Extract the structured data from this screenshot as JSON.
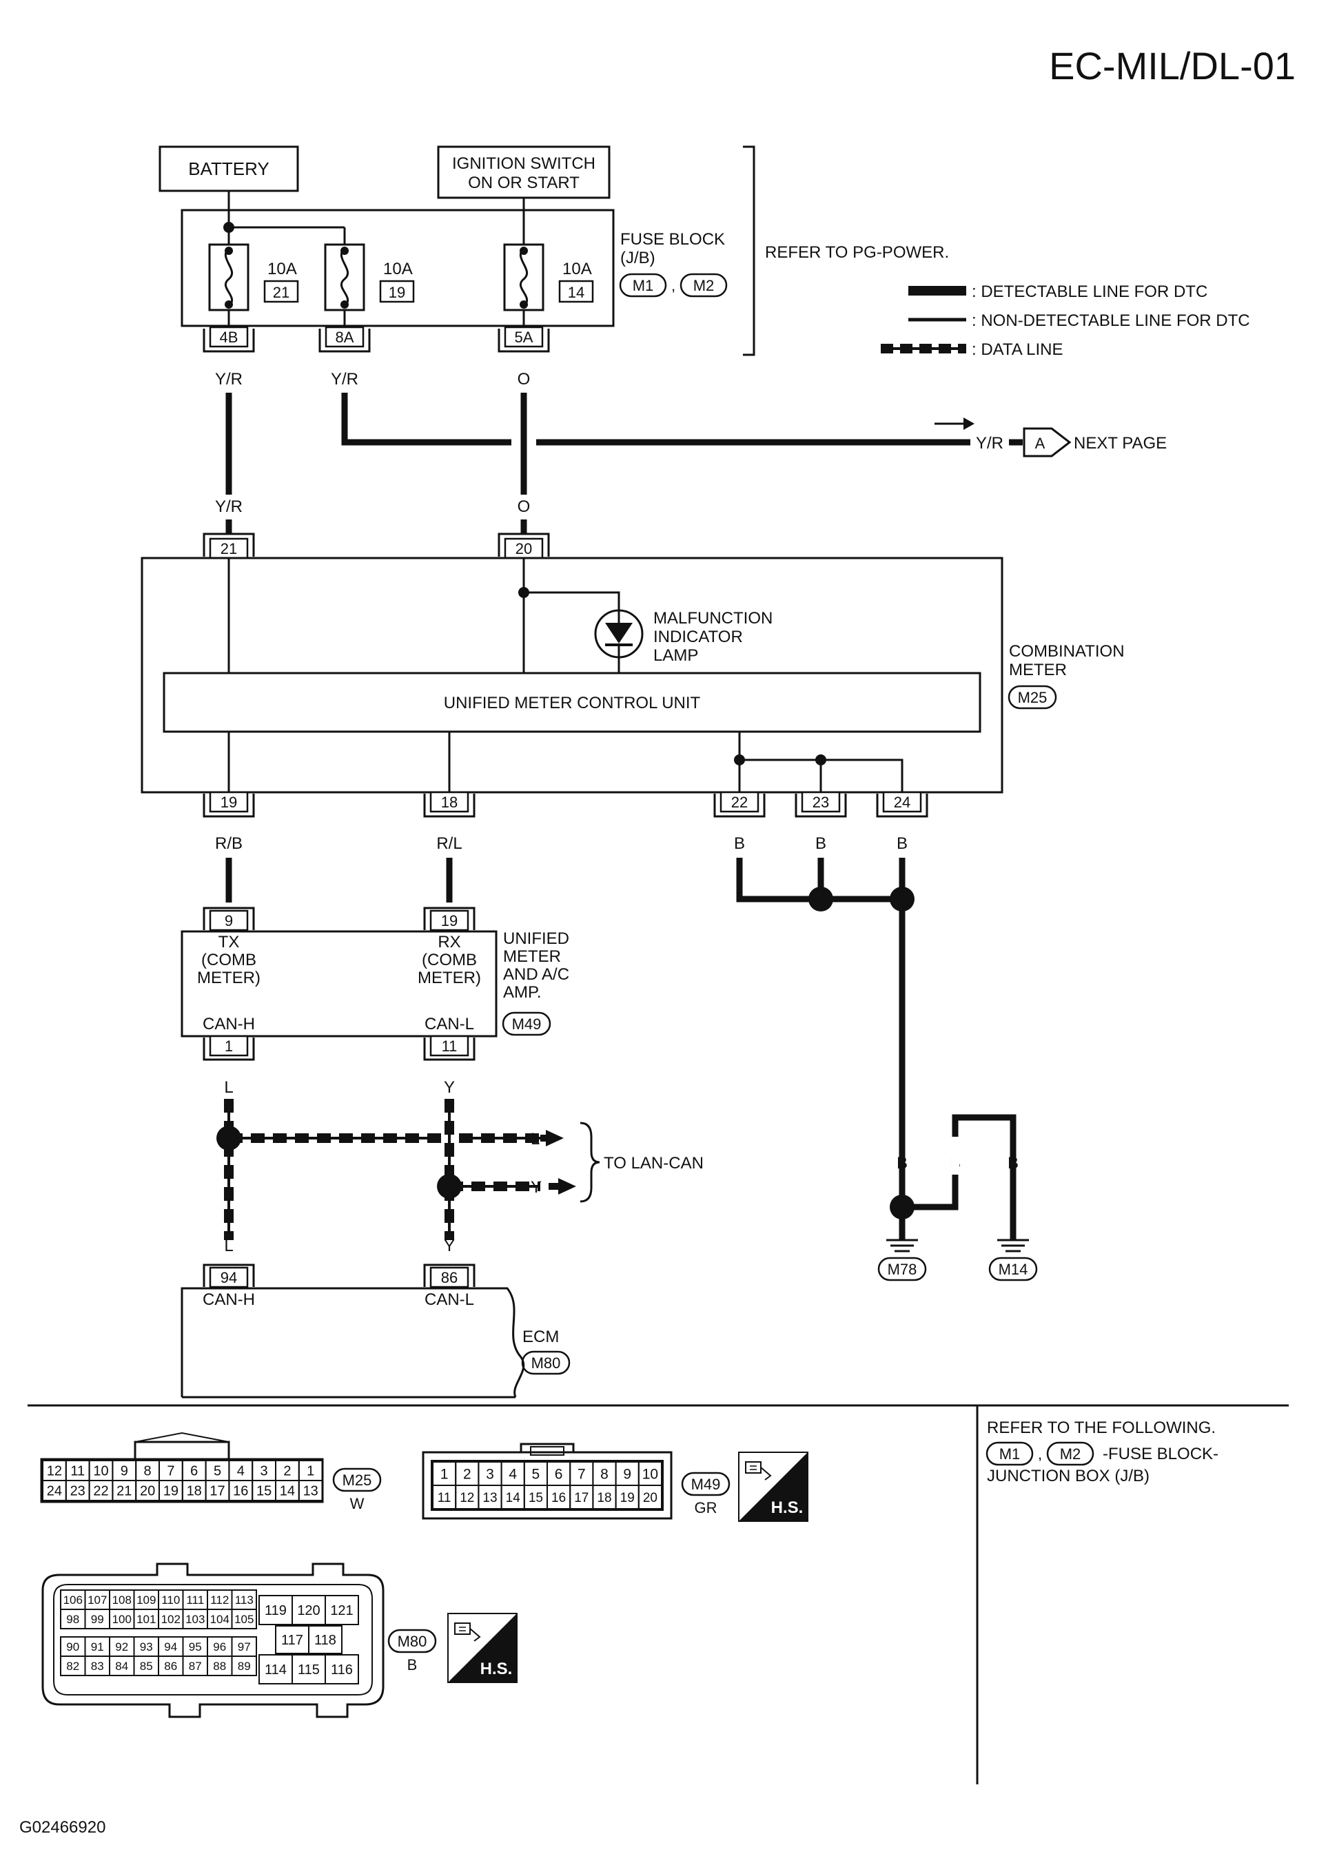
{
  "title": "EC-MIL/DL-01",
  "figure_id": "G02466920",
  "power": {
    "battery": "BATTERY",
    "ignition_line1": "IGNITION SWITCH",
    "ignition_line2": "ON OR START"
  },
  "fuse_block": {
    "label_line1": "FUSE BLOCK",
    "label_line2": "(J/B)",
    "conn1": "M1",
    "conn2": "M2",
    "conn_sep": ",",
    "refer": "REFER TO PG-POWER.",
    "fuses": [
      {
        "amp": "10A",
        "num": "21",
        "term": "4B",
        "wire": "Y/R"
      },
      {
        "amp": "10A",
        "num": "19",
        "term": "8A",
        "wire": "Y/R"
      },
      {
        "amp": "10A",
        "num": "14",
        "term": "5A",
        "wire": "O"
      }
    ]
  },
  "legend": {
    "detectable": ": DETECTABLE LINE FOR DTC",
    "non_detectable": ": NON-DETECTABLE LINE FOR DTC",
    "data_line": ": DATA LINE"
  },
  "next_page": {
    "wire": "Y/R",
    "marker": "A",
    "label": "NEXT PAGE"
  },
  "combination_meter": {
    "label_line1": "COMBINATION",
    "label_line2": "METER",
    "conn": "M25",
    "in_terms": [
      {
        "term": "21",
        "wire": "Y/R"
      },
      {
        "term": "20",
        "wire": "O"
      }
    ],
    "mil_line1": "MALFUNCTION",
    "mil_line2": "INDICATOR",
    "mil_line3": "LAMP",
    "control_unit": "UNIFIED METER CONTROL UNIT",
    "out_terms": [
      {
        "term": "19",
        "wire": "R/B"
      },
      {
        "term": "18",
        "wire": "R/L"
      },
      {
        "term": "22",
        "wire": "B"
      },
      {
        "term": "23",
        "wire": "B"
      },
      {
        "term": "24",
        "wire": "B"
      }
    ]
  },
  "unified_amp": {
    "label_line1": "UNIFIED",
    "label_line2": "METER",
    "label_line3": "AND A/C",
    "label_line4": "AMP.",
    "conn": "M49",
    "left_in": "9",
    "right_in": "19",
    "tx_line1": "TX",
    "tx_line2": "(COMB",
    "tx_line3": "METER)",
    "rx_line1": "RX",
    "rx_line2": "(COMB",
    "rx_line3": "METER)",
    "can_h": "CAN-H",
    "can_l": "CAN-L",
    "left_out": "1",
    "right_out": "11"
  },
  "can_bus": {
    "wire_h": "L",
    "wire_l": "Y",
    "to_label": "TO LAN-CAN",
    "wire_h_lower": "L",
    "wire_l_lower": "Y"
  },
  "ecm": {
    "label": "ECM",
    "conn": "M80",
    "left_term": "94",
    "right_term": "86",
    "can_h": "CAN-H",
    "can_l": "CAN-L"
  },
  "ground": {
    "wire_main": "B",
    "wire_mid": "B",
    "wire_right": "B",
    "g1": "M78",
    "g2": "M14"
  },
  "connectors": {
    "m25": {
      "name": "M25",
      "color": "W",
      "top_row": [
        "12",
        "11",
        "10",
        "9",
        "8",
        "7",
        "6",
        "5",
        "4",
        "3",
        "2",
        "1"
      ],
      "bottom_row": [
        "24",
        "23",
        "22",
        "21",
        "20",
        "19",
        "18",
        "17",
        "16",
        "15",
        "14",
        "13"
      ]
    },
    "m49": {
      "name": "M49",
      "color": "GR",
      "top_row": [
        "1",
        "2",
        "3",
        "4",
        "5",
        "6",
        "7",
        "8",
        "9",
        "10"
      ],
      "bottom_row": [
        "11",
        "12",
        "13",
        "14",
        "15",
        "16",
        "17",
        "18",
        "19",
        "20"
      ],
      "hs_label": "H.S."
    },
    "m80": {
      "name": "M80",
      "color": "B",
      "rows": [
        [
          "106",
          "107",
          "108",
          "109",
          "110",
          "111",
          "112",
          "113"
        ],
        [
          "98",
          "99",
          "100",
          "101",
          "102",
          "103",
          "104",
          "105"
        ],
        [
          "90",
          "91",
          "92",
          "93",
          "94",
          "95",
          "96",
          "97"
        ],
        [
          "82",
          "83",
          "84",
          "85",
          "86",
          "87",
          "88",
          "89"
        ]
      ],
      "right_top": [
        "119",
        "120",
        "121"
      ],
      "right_mid": [
        "117",
        "118"
      ],
      "right_bot": [
        "114",
        "115",
        "116"
      ],
      "hs_label": "H.S."
    }
  },
  "refer_note": {
    "line1": "REFER TO THE FOLLOWING.",
    "conn1": "M1",
    "conn2": "M2",
    "sep": ",",
    "line2_suffix": "-FUSE BLOCK-",
    "line3": "JUNCTION BOX (J/B)"
  }
}
